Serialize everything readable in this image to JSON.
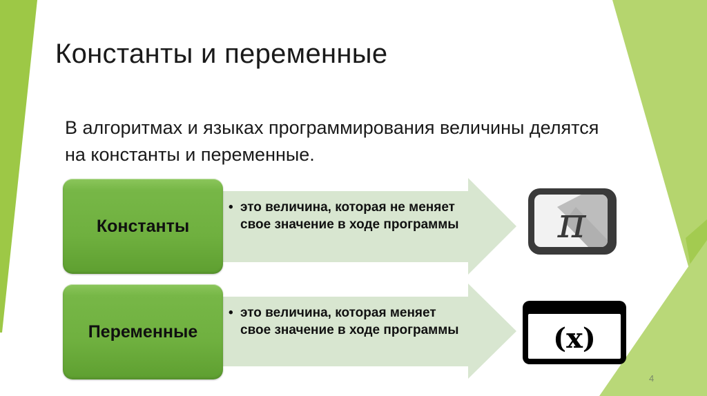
{
  "slide": {
    "title": "Константы и переменные",
    "intro": "В алгоритмах и языках программирования величины делятся на константы и переменные.",
    "page_number": "4"
  },
  "concepts": [
    {
      "label": "Константы",
      "bullet": "•",
      "description": "это величина, которая не меняет свое значение в ходе программы",
      "icon": "pi-icon",
      "icon_glyph": "π"
    },
    {
      "label": "Переменные",
      "bullet": "•",
      "description": "это величина, которая меняет свое значение в ходе программы",
      "icon": "variable-x-icon",
      "icon_glyph": "(x)"
    }
  ],
  "colors": {
    "accent_green_left": "#9dc846",
    "accent_green_right": "#b5d56e",
    "accent_green_dark": "#a5cd52",
    "concept_box_green": "#72b243",
    "arrow_fill": "#d8e6d0",
    "text": "#111111"
  }
}
